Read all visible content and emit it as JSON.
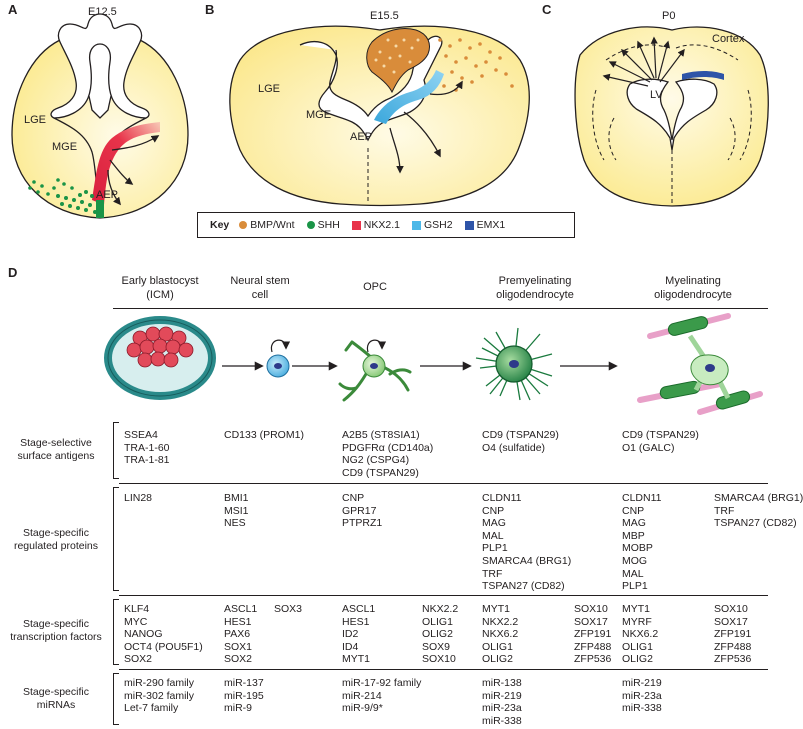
{
  "panels": {
    "a": {
      "letter": "A",
      "title": "E12.5",
      "labels": [
        "LGE",
        "MGE",
        "AEP"
      ]
    },
    "b": {
      "letter": "B",
      "title": "E15.5",
      "labels": [
        "LGE",
        "MGE",
        "AEP"
      ]
    },
    "c": {
      "letter": "C",
      "title": "P0",
      "labels": [
        "LV",
        "Cortex"
      ]
    },
    "d": {
      "letter": "D"
    }
  },
  "key": {
    "title": "Key",
    "items": [
      {
        "label": "BMP/Wnt",
        "color": "#d98c3a",
        "shape": "dot"
      },
      {
        "label": "SHH",
        "color": "#1a9447",
        "shape": "dot"
      },
      {
        "label": "NKX2.1",
        "color": "#e8334a",
        "shape": "square"
      },
      {
        "label": "GSH2",
        "color": "#4db8e8",
        "shape": "square"
      },
      {
        "label": "EMX1",
        "color": "#2e54a8",
        "shape": "square"
      }
    ]
  },
  "stages": [
    {
      "line1": "Early blastocyst",
      "line2": "(ICM)"
    },
    {
      "line1": "Neural stem",
      "line2": "cell"
    },
    {
      "line1": "OPC",
      "line2": ""
    },
    {
      "line1": "Premyelinating",
      "line2": "oligodendrocyte"
    },
    {
      "line1": "Myelinating",
      "line2": "oligodendrocyte"
    }
  ],
  "rows": [
    {
      "label": [
        "Stage-selective",
        "surface antigens"
      ],
      "cells": [
        [
          [
            "SSEA4",
            "TRA-1-60",
            "TRA-1-81"
          ]
        ],
        [
          [
            "CD133 (PROM1)"
          ]
        ],
        [
          [
            "A2B5 (ST8SIA1)",
            "PDGFRα (CD140a)",
            "NG2 (CSPG4)",
            "CD9 (TSPAN29)"
          ]
        ],
        [
          [
            "CD9 (TSPAN29)",
            "O4 (sulfatide)"
          ]
        ],
        [
          [
            "CD9 (TSPAN29)",
            "O1 (GALC)"
          ]
        ]
      ]
    },
    {
      "label": [
        "Stage-specific",
        "regulated proteins"
      ],
      "cells": [
        [
          [
            "LIN28"
          ]
        ],
        [
          [
            "BMI1",
            "MSI1",
            "NES"
          ]
        ],
        [
          [
            "CNP",
            "GPR17",
            "PTPRZ1"
          ]
        ],
        [
          [
            "CLDN11",
            "CNP",
            "MAG",
            "MAL",
            "PLP1",
            "SMARCA4 (BRG1)",
            "TRF",
            "TSPAN27 (CD82)"
          ]
        ],
        [
          [
            "CLDN11",
            "CNP",
            "MAG",
            "MBP",
            "MOBP",
            "MOG",
            "MAL",
            "PLP1"
          ],
          [
            "SMARCA4 (BRG1)",
            "TRF",
            "TSPAN27 (CD82)"
          ]
        ]
      ]
    },
    {
      "label": [
        "Stage-specific",
        "transcription factors"
      ],
      "cells": [
        [
          [
            "KLF4",
            "MYC",
            "NANOG",
            "OCT4 (POU5F1)",
            "SOX2"
          ]
        ],
        [
          [
            "ASCL1",
            "HES1",
            "PAX6",
            "SOX1",
            "SOX2"
          ],
          [
            "SOX3"
          ]
        ],
        [
          [
            "ASCL1",
            "HES1",
            "ID2",
            "ID4",
            "MYT1"
          ],
          [
            "NKX2.2",
            "OLIG1",
            "OLIG2",
            "SOX9",
            "SOX10"
          ]
        ],
        [
          [
            "MYT1",
            "NKX2.2",
            "NKX6.2",
            "OLIG1",
            "OLIG2"
          ],
          [
            "SOX10",
            "SOX17",
            "ZFP191",
            "ZFP488",
            "ZFP536"
          ]
        ],
        [
          [
            "MYT1",
            "MYRF",
            "NKX6.2",
            "OLIG1",
            "OLIG2"
          ],
          [
            "SOX10",
            "SOX17",
            "ZFP191",
            "ZFP488",
            "ZFP536"
          ]
        ]
      ]
    },
    {
      "label": [
        "Stage-specific",
        "miRNAs"
      ],
      "cells": [
        [
          [
            "miR-290 family",
            "miR-302 family",
            "Let-7 family"
          ]
        ],
        [
          [
            "miR-137",
            "miR-195",
            "miR-9"
          ]
        ],
        [
          [
            "miR-17-92 family",
            "miR-214",
            "miR-9/9*"
          ]
        ],
        [
          [
            "miR-138",
            "miR-219",
            "miR-23a",
            "miR-338"
          ]
        ],
        [
          [
            "miR-219",
            "miR-23a",
            "miR-338"
          ]
        ]
      ]
    }
  ]
}
